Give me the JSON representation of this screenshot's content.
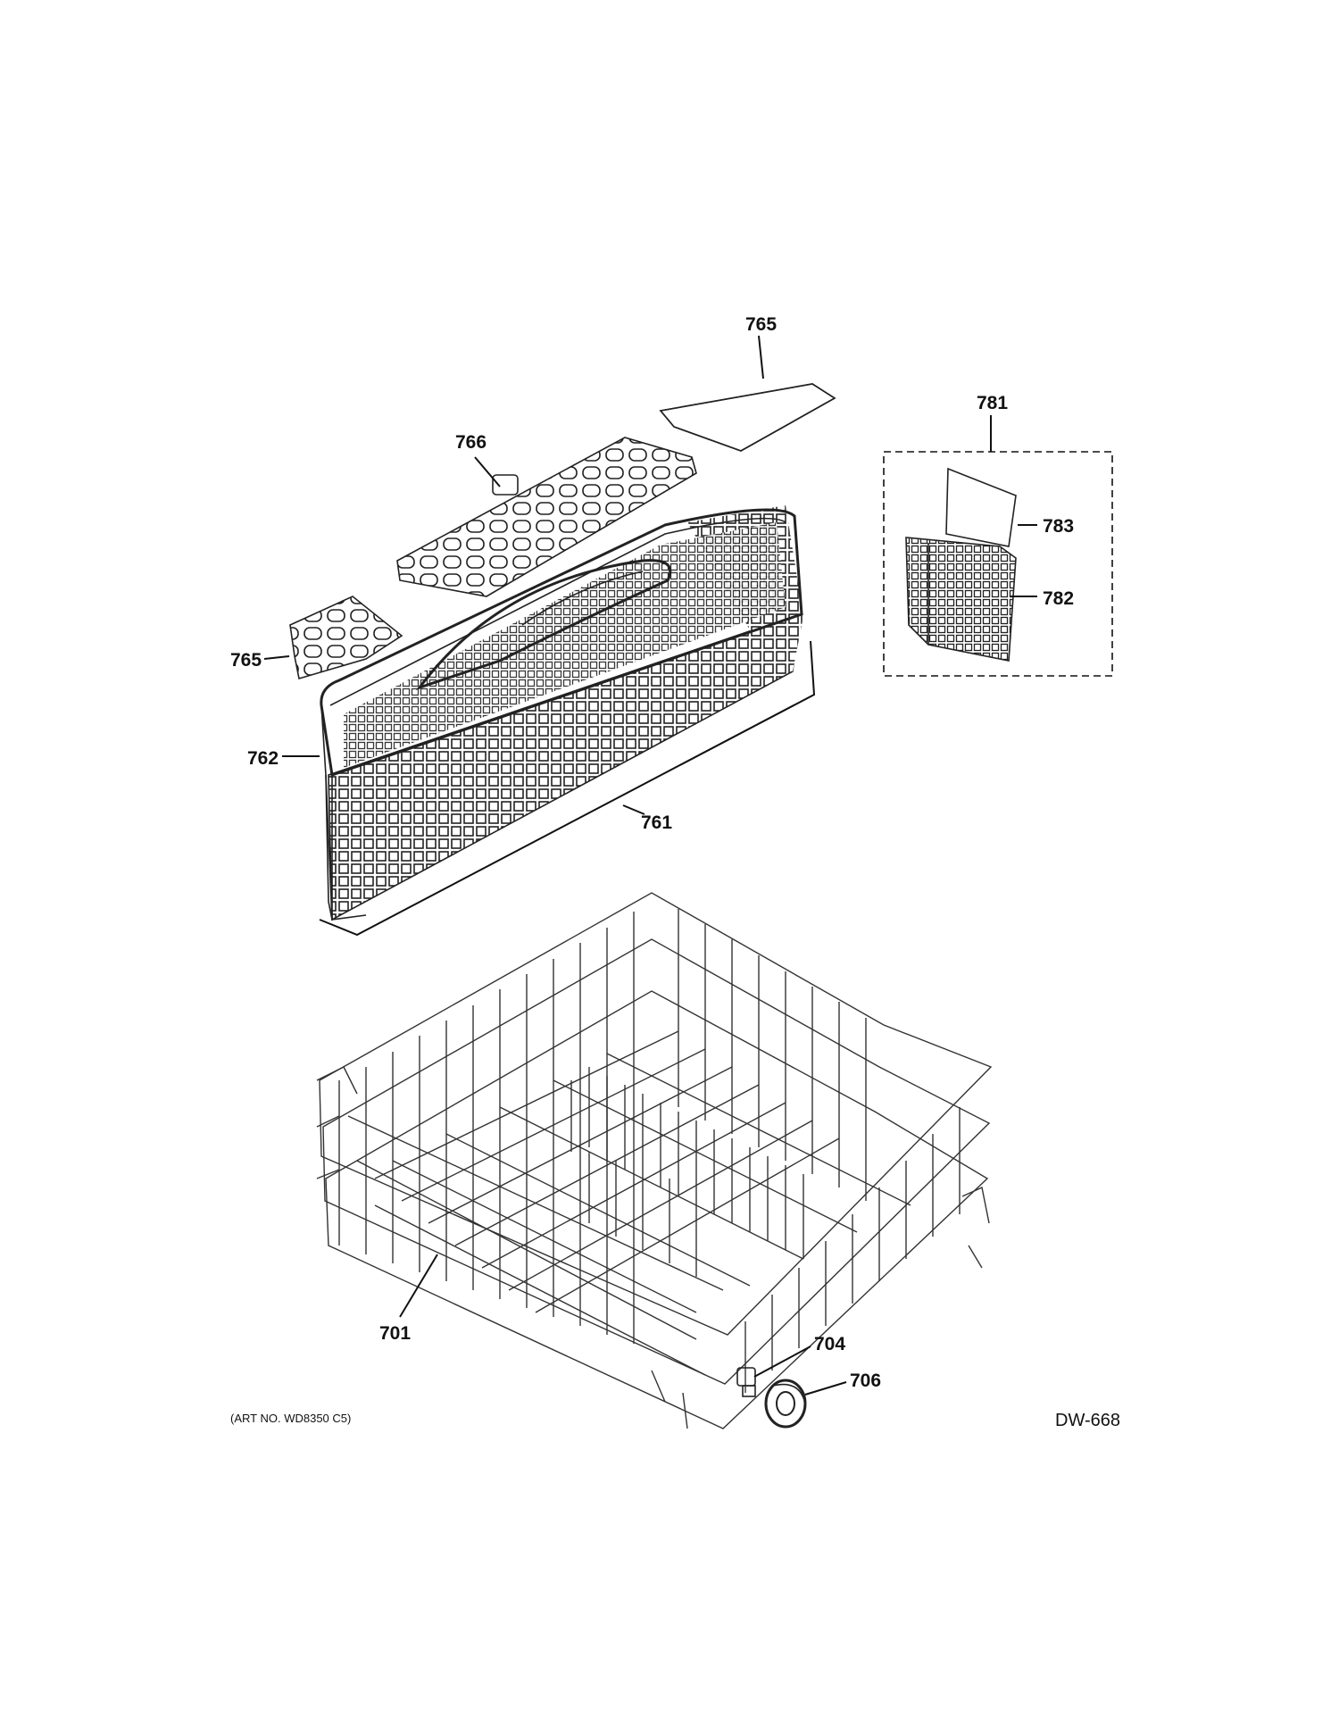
{
  "callouts": {
    "c765_top": "765",
    "c766": "766",
    "c781": "781",
    "c783": "783",
    "c782": "782",
    "c765_left": "765",
    "c762": "762",
    "c761": "761",
    "c701": "701",
    "c704": "704",
    "c706": "706"
  },
  "footer": {
    "art_no": "(ART NO. WD8350 C5)",
    "drawing_code": "DW-668"
  }
}
